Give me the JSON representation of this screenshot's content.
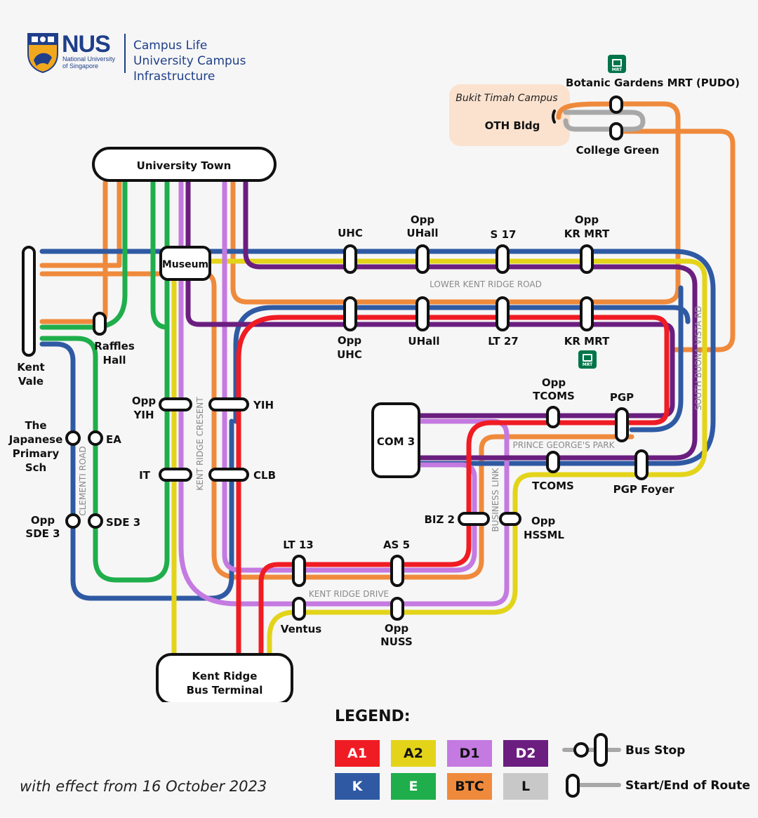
{
  "header": {
    "brand": "NUS",
    "brand_sub_1": "National University",
    "brand_sub_2": "of Singapore",
    "line1": "Campus Life",
    "line2": "University Campus Infrastructure"
  },
  "colors": {
    "A1": "#f01c24",
    "A2": "#e3d41a",
    "D1": "#c47ae0",
    "D2": "#6b1e7f",
    "K": "#2f5aa3",
    "E": "#1fae4b",
    "BTC": "#ef8a3c",
    "L": "#a8a8a8"
  },
  "hubs": {
    "university_town": "University Town",
    "kent_ridge_terminal_1": "Kent Ridge",
    "kent_ridge_terminal_2": "Bus Terminal",
    "museum": "Museum",
    "com3": "COM 3",
    "kent_vale_1": "Kent",
    "kent_vale_2": "Vale",
    "bukit_timah": "Bukit Timah Campus",
    "oth": "OTH Bldg"
  },
  "stops": {
    "botanic": "Botanic Gardens MRT (PUDO)",
    "college_green": "College Green",
    "uhc": "UHC",
    "opp_uhall_1": "Opp",
    "opp_uhall_2": "UHall",
    "s17": "S 17",
    "opp_kr_mrt_1": "Opp",
    "opp_kr_mrt_2": "KR MRT",
    "opp_uhc_1": "Opp",
    "opp_uhc_2": "UHC",
    "uhall": "UHall",
    "lt27": "LT 27",
    "kr_mrt": "KR MRT",
    "raffles_1": "Raffles",
    "raffles_2": "Hall",
    "opp_yih_1": "Opp",
    "opp_yih_2": "YIH",
    "yih": "YIH",
    "it": "IT",
    "clb": "CLB",
    "japanese_1": "The",
    "japanese_2": "Japanese",
    "japanese_3": "Primary",
    "japanese_4": "Sch",
    "ea": "EA",
    "opp_sde3_1": "Opp",
    "opp_sde3_2": "SDE 3",
    "sde3": "SDE 3",
    "opp_tcoms_1": "Opp",
    "opp_tcoms_2": "TCOMS",
    "pgp": "PGP",
    "tcoms": "TCOMS",
    "pgp_foyer": "PGP Foyer",
    "biz2": "BIZ 2",
    "opp_hssml_1": "Opp",
    "opp_hssml_2": "HSSML",
    "lt13": "LT 13",
    "as5": "AS 5",
    "ventus": "Ventus",
    "opp_nuss_1": "Opp",
    "opp_nuss_2": "NUSS"
  },
  "roads": {
    "lower_kent_ridge": "LOWER KENT RIDGE ROAD",
    "south_buona_vista": "SOUTH BUONA VISTA RD",
    "prince_georges": "PRINCE GEORGE'S PARK",
    "business_link": "BUSINESS LINK",
    "kent_ridge_drive": "KENT RIDGE DRIVE",
    "kent_ridge_crescent": "KENT RIDGE CRESENT",
    "clementi": "CLEMENTI ROAD"
  },
  "mrt_icon_label": "MRT",
  "legend": {
    "title": "LEGEND:",
    "routes": [
      "A1",
      "A2",
      "D1",
      "D2",
      "K",
      "E",
      "BTC",
      "L"
    ],
    "bus_stop": "Bus Stop",
    "start_end": "Start/End of Route"
  },
  "effective": "with effect from 16 October 2023"
}
